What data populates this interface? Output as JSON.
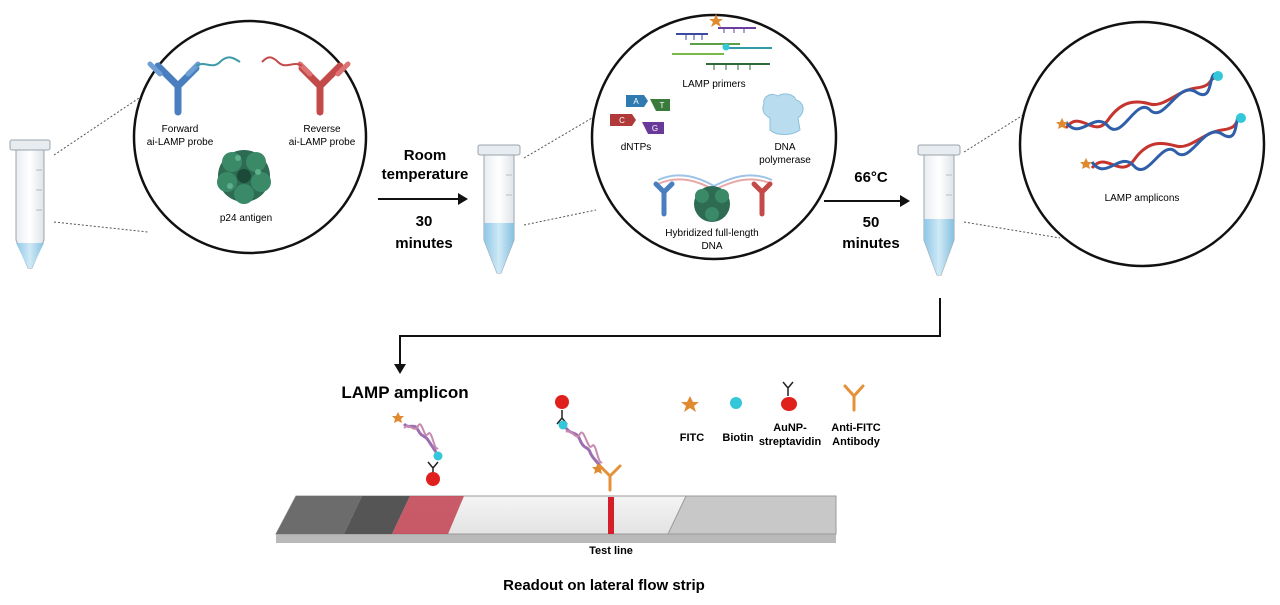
{
  "step1": {
    "forward_probe_line1": "Forward",
    "forward_probe_line2": "ai-LAMP probe",
    "reverse_probe_line1": "Reverse",
    "reverse_probe_line2": "ai-LAMP probe",
    "antigen": "p24 antigen"
  },
  "arrow1": {
    "line1": "Room",
    "line2": "temperature",
    "line3": "30",
    "line4": "minutes"
  },
  "step2": {
    "primers": "LAMP primers",
    "dntps": "dNTPs",
    "dntp_letters": [
      "A",
      "T",
      "C",
      "G"
    ],
    "polymerase_line1": "DNA",
    "polymerase_line2": "polymerase",
    "hybrid_line1": "Hybridized full-length",
    "hybrid_line2": "DNA"
  },
  "arrow2": {
    "line1": "66°C",
    "line2": "50",
    "line3": "minutes"
  },
  "step3": {
    "amplicons": "LAMP amplicons"
  },
  "readout": {
    "amplicon_title": "LAMP amplicon",
    "test_line": "Test line",
    "footer": "Readout on lateral flow strip"
  },
  "legend": {
    "fitc": "FITC",
    "biotin": "Biotin",
    "aunp_line1": "AuNP-",
    "aunp_line2": "streptavidin",
    "antifitc_line1": "Anti-FITC",
    "antifitc_line2": "Antibody"
  },
  "colors": {
    "forward_probe": "#4a7fbf",
    "reverse_probe": "#c44a4a",
    "antigen": "#2d6b52",
    "fitc": "#e08a30",
    "biotin": "#33c7d9",
    "aunp": "#e0201c",
    "antibody": "#e4913a",
    "test_line": "#d41e2a",
    "dna_red": "#c6342e",
    "dna_blue": "#2f5fa8"
  }
}
